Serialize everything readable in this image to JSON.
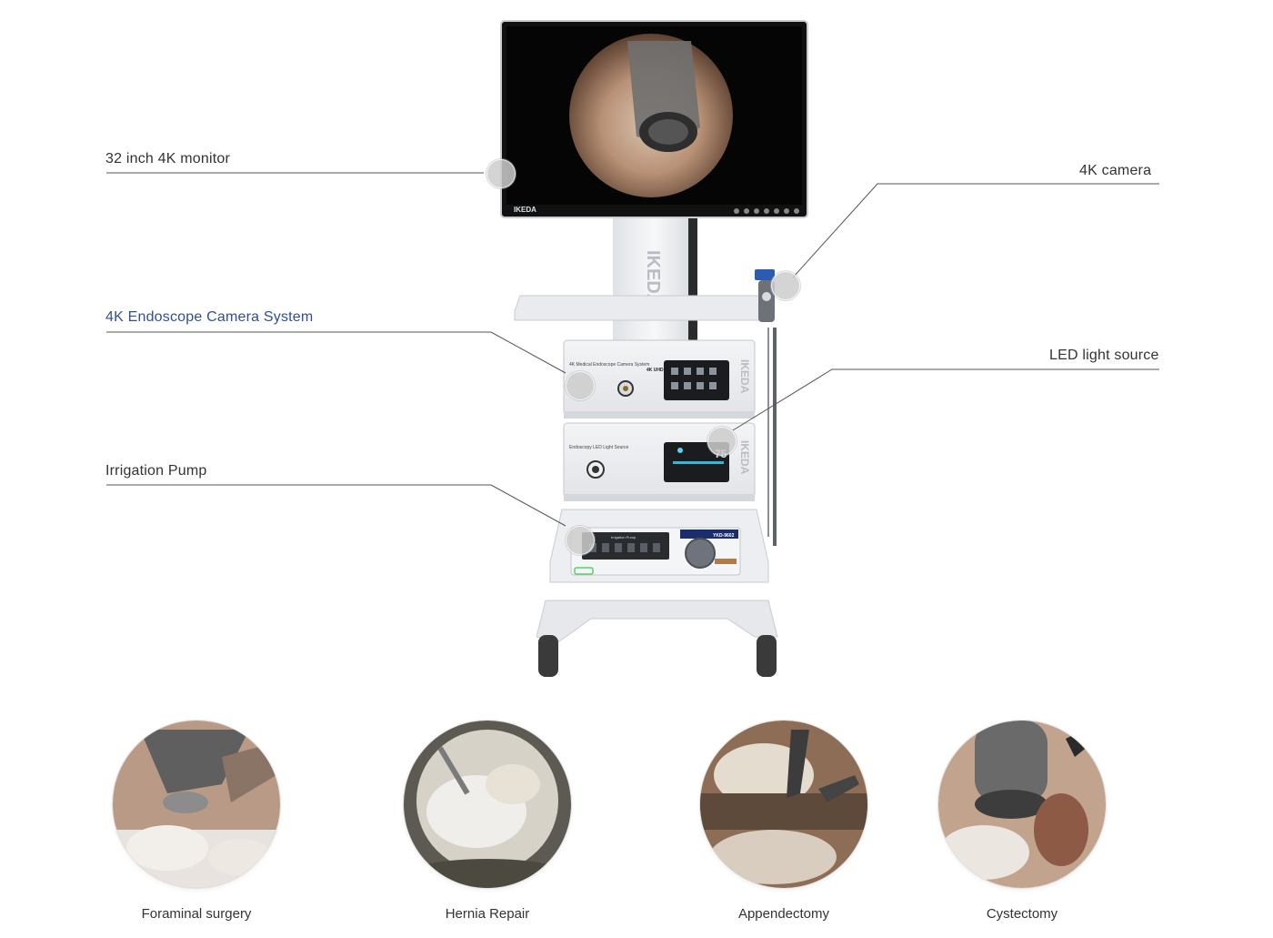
{
  "callouts": [
    {
      "id": "monitor",
      "label": "32 inch 4K monitor",
      "active": false
    },
    {
      "id": "camera",
      "label": "4K camera",
      "active": false
    },
    {
      "id": "camera-system",
      "label": "4K Endoscope Camera System",
      "active": true
    },
    {
      "id": "light-source",
      "label": "LED light source",
      "active": false
    },
    {
      "id": "pump",
      "label": "Irrigation Pump",
      "active": false
    }
  ],
  "brand": "IKEDA",
  "device": {
    "monitor_brand": "IKEDA",
    "camera_unit_name": "4K Medical Endoscope Camera System",
    "camera_unit_badge": "4K UHD",
    "light_unit_name": "Endoscopy LED Light Source",
    "light_level": "75",
    "pump_name": "Irrigation Pump",
    "pump_model": "YKD-9602"
  },
  "cases": [
    {
      "label": "Foraminal surgery"
    },
    {
      "label": "Hernia Repair"
    },
    {
      "label": "Appendectomy"
    },
    {
      "label": "Cystectomy"
    }
  ],
  "colors": {
    "accent": "#2f4f9a",
    "line": "#555555"
  }
}
